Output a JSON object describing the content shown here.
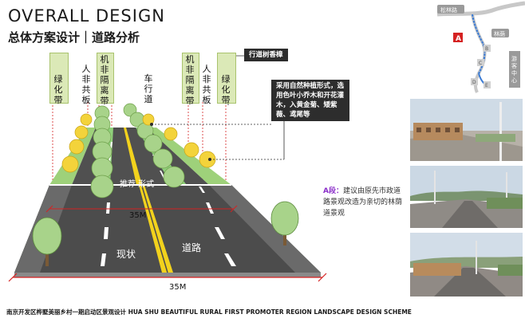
{
  "header": {
    "title_en": "OVERALL DESIGN",
    "title_cn": "总体方案设计｜道路分析"
  },
  "section_labels": [
    {
      "id": "green-belt-left",
      "text": "绿化带",
      "boxed": true
    },
    {
      "id": "sidewalk-left",
      "text": "人非共板",
      "boxed": false
    },
    {
      "id": "separator-left",
      "text": "机非隔离带",
      "boxed": true
    },
    {
      "id": "carriageway",
      "text": "车行道",
      "boxed": false
    },
    {
      "id": "separator-right",
      "text": "机非隔离带",
      "boxed": true
    },
    {
      "id": "sidewalk-right",
      "text": "人非共板",
      "boxed": false
    },
    {
      "id": "green-belt-right",
      "text": "绿化带",
      "boxed": true
    }
  ],
  "callouts": {
    "tree_type": "行道树香樟",
    "planting": "采用自然种植形式，选用色叶小乔木和开花灌木，入黄金菊、矮紫薇、鸢尾等"
  },
  "road_text": {
    "recommended": "推荐 形式",
    "current_left": "现状",
    "current_right": "道路"
  },
  "dimensions": {
    "upper": "35M",
    "lower": "35M"
  },
  "segment": {
    "tag": "A段：",
    "desc": "建议由原先市政道路景观改造为亲切的林荫道景观"
  },
  "map": {
    "road_top": "松林路",
    "road_side": "林荫",
    "marker": "A",
    "right_label": "游客中心",
    "point_labels": [
      "B",
      "C",
      "D",
      "E"
    ]
  },
  "footer": "南京开发区桦墅美丽乡村一期启动区景观设计 HUA SHU BEAUTIFUL RURAL FIRST PROMOTER REGION LANDSCAPE DESIGN SCHEME",
  "colors": {
    "accent_red": "#d52222",
    "label_green": "#dbe9b7",
    "road_asphalt": "#4c4c4c",
    "lane_green": "#8fd07a",
    "center_yellow": "#f2d21d"
  }
}
